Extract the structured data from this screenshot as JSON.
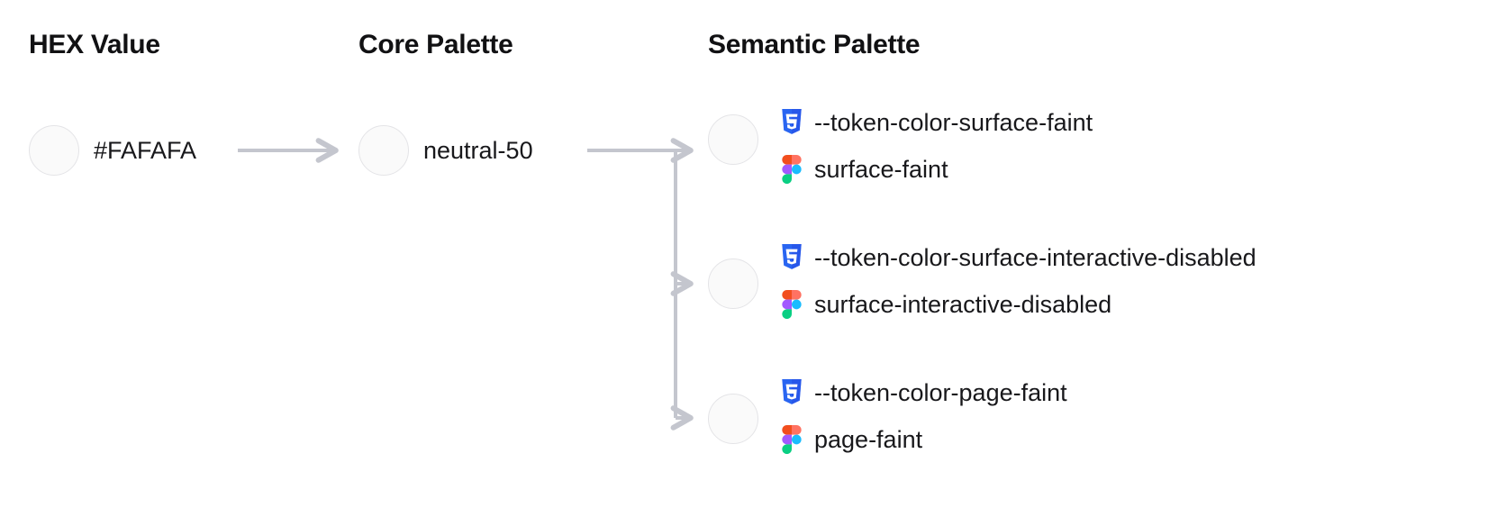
{
  "columns": {
    "hex": "HEX Value",
    "core": "Core Palette",
    "semantic": "Semantic Palette"
  },
  "hex_value": {
    "label": "#FAFAFA",
    "swatch_color": "#FAFAFA"
  },
  "core_palette": {
    "label": "neutral-50",
    "swatch_color": "#FAFAFA"
  },
  "semantic_palette": {
    "items": [
      {
        "css_token": "--token-color-surface-faint",
        "figma_token": "surface-faint",
        "swatch_color": "#FAFAFA"
      },
      {
        "css_token": "--token-color-surface-interactive-disabled",
        "figma_token": "surface-interactive-disabled",
        "swatch_color": "#FAFAFA"
      },
      {
        "css_token": "--token-color-page-faint",
        "figma_token": "page-faint",
        "swatch_color": "#FAFAFA"
      }
    ]
  },
  "icons": {
    "css": "css3-icon",
    "figma": "figma-icon",
    "arrow": "arrow-right-icon"
  },
  "colors": {
    "background": "#FFFFFF",
    "heading_text": "#111113",
    "body_text": "#18181B",
    "connector": "#C4C6CE",
    "swatch_border": "#E4E4E7",
    "css_blue": "#2965F1",
    "figma_orange": "#F24E1E",
    "figma_purple": "#A259FF",
    "figma_blue": "#1ABCFE",
    "figma_green": "#0ACF83",
    "figma_red": "#FF7262"
  }
}
